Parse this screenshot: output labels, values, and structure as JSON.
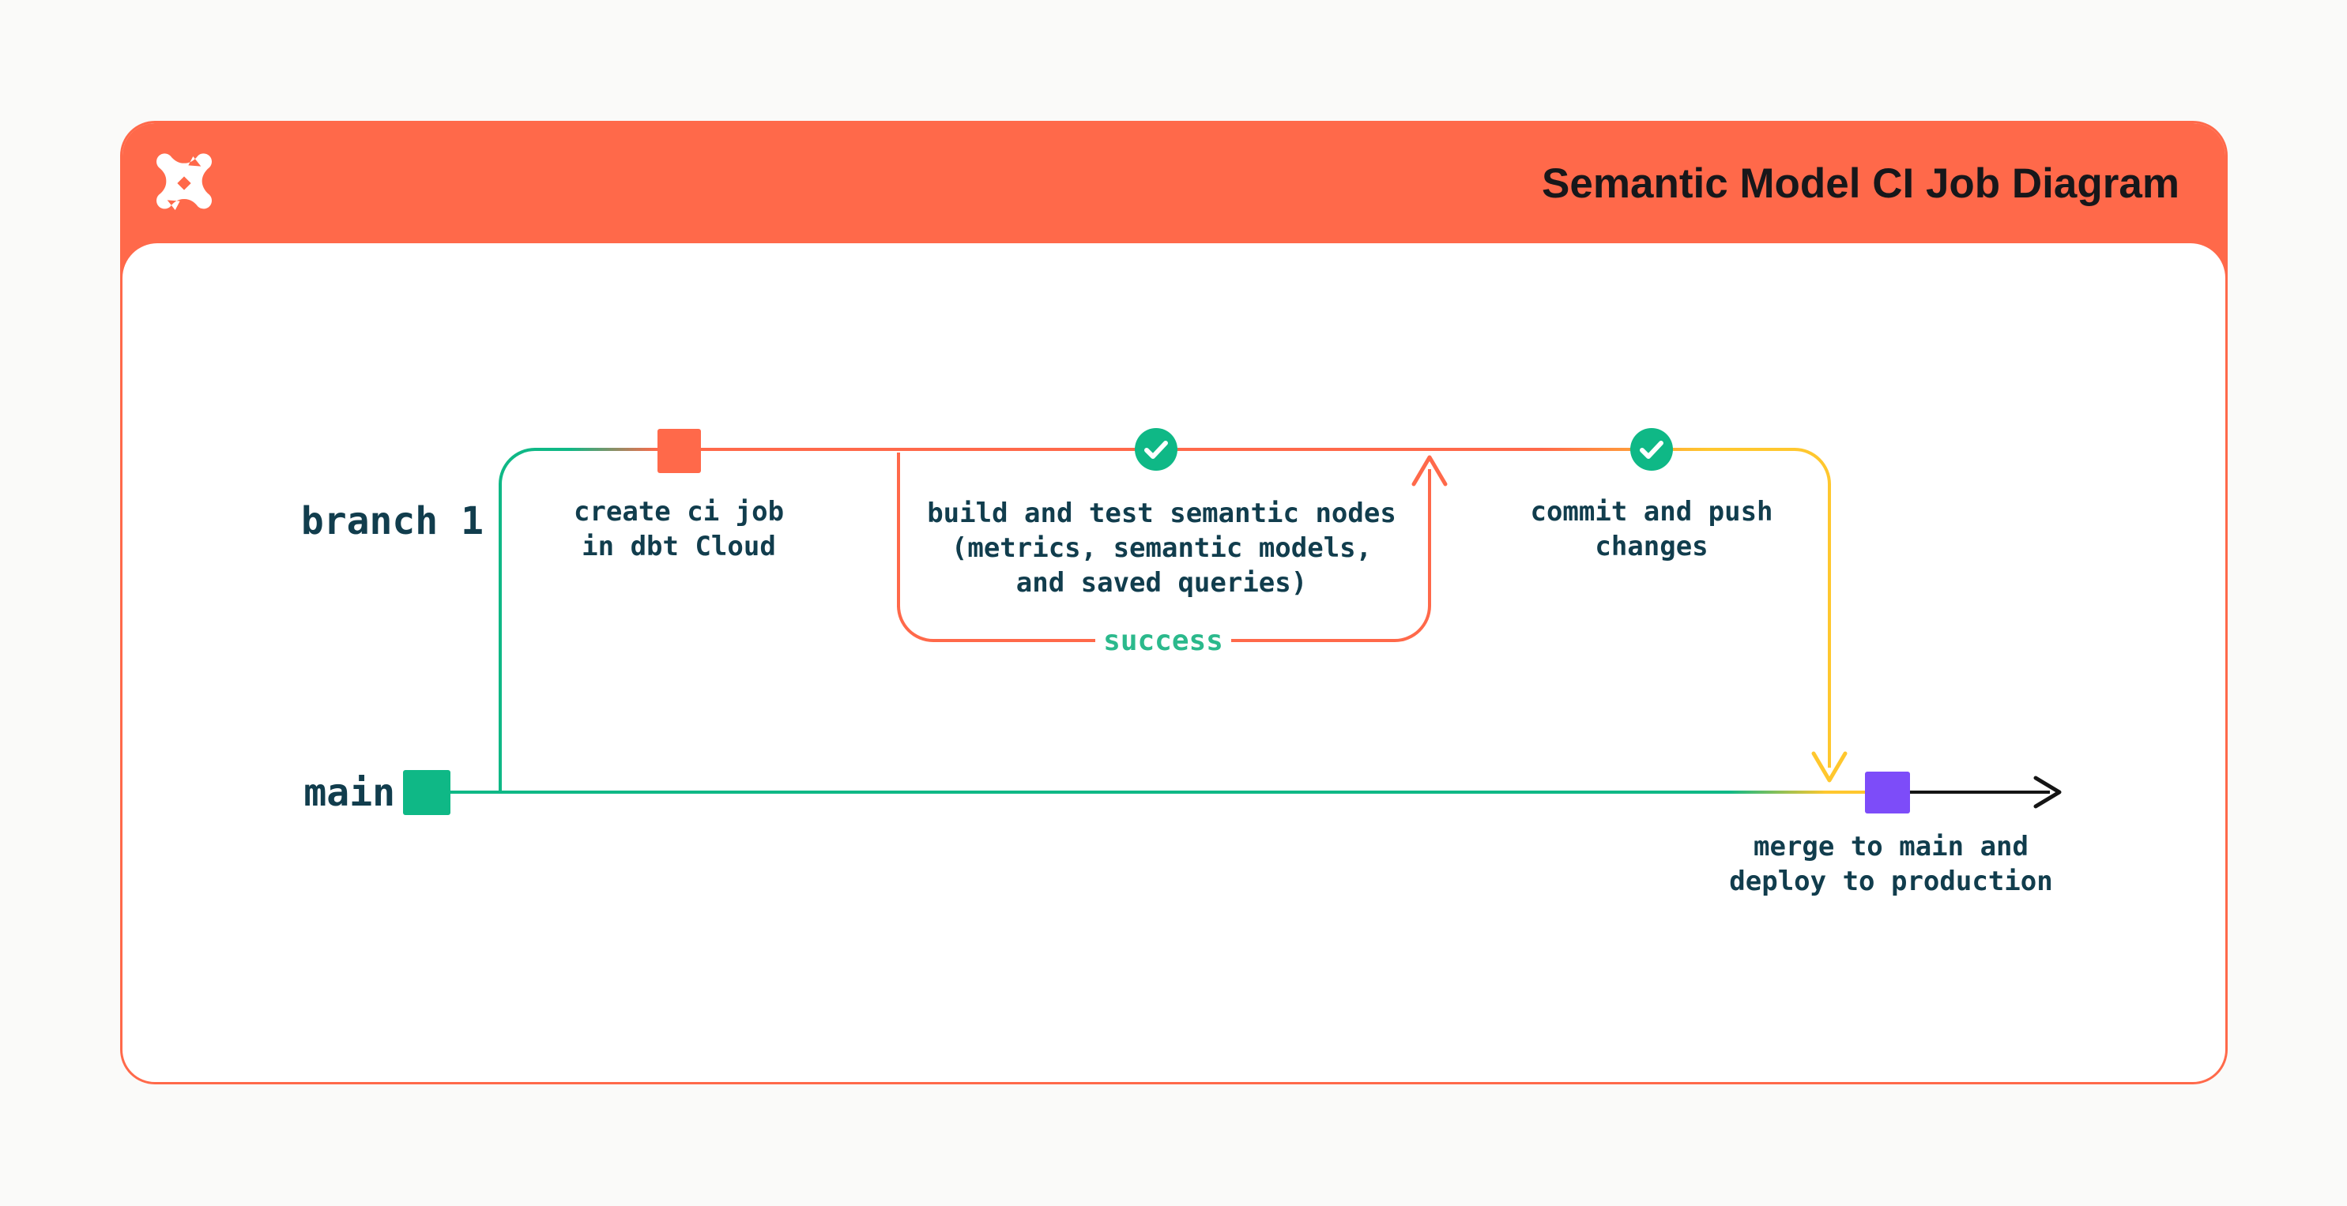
{
  "header": {
    "title": "Semantic Model CI Job Diagram",
    "logo": "dbt-logo"
  },
  "diagram": {
    "lanes": {
      "branch": {
        "label": "branch 1"
      },
      "main": {
        "label": "main"
      }
    },
    "steps": {
      "create_ci": {
        "lines": [
          "create ci job",
          "in dbt Cloud"
        ]
      },
      "build_test": {
        "lines": [
          "build and test semantic nodes",
          "(metrics, semantic models,",
          "and saved queries)"
        ]
      },
      "commit_push": {
        "lines": [
          "commit and push",
          "changes"
        ]
      },
      "merge_deploy": {
        "lines": [
          "merge to main and",
          "deploy to production"
        ]
      }
    },
    "loop": {
      "label": "success"
    },
    "icons": [
      "check-icon",
      "check-icon"
    ]
  },
  "colors": {
    "orange": "#FF694A",
    "green": "#0FB886",
    "yellow": "#FFC72E",
    "purple": "#7D4CF9",
    "ink": "#113D4D",
    "success_text": "#2BB98C",
    "arrow_black": "#151515",
    "title_text": "#17171A",
    "card_bg": "#FFFFFF",
    "page_bg": "#FAFAF9"
  }
}
